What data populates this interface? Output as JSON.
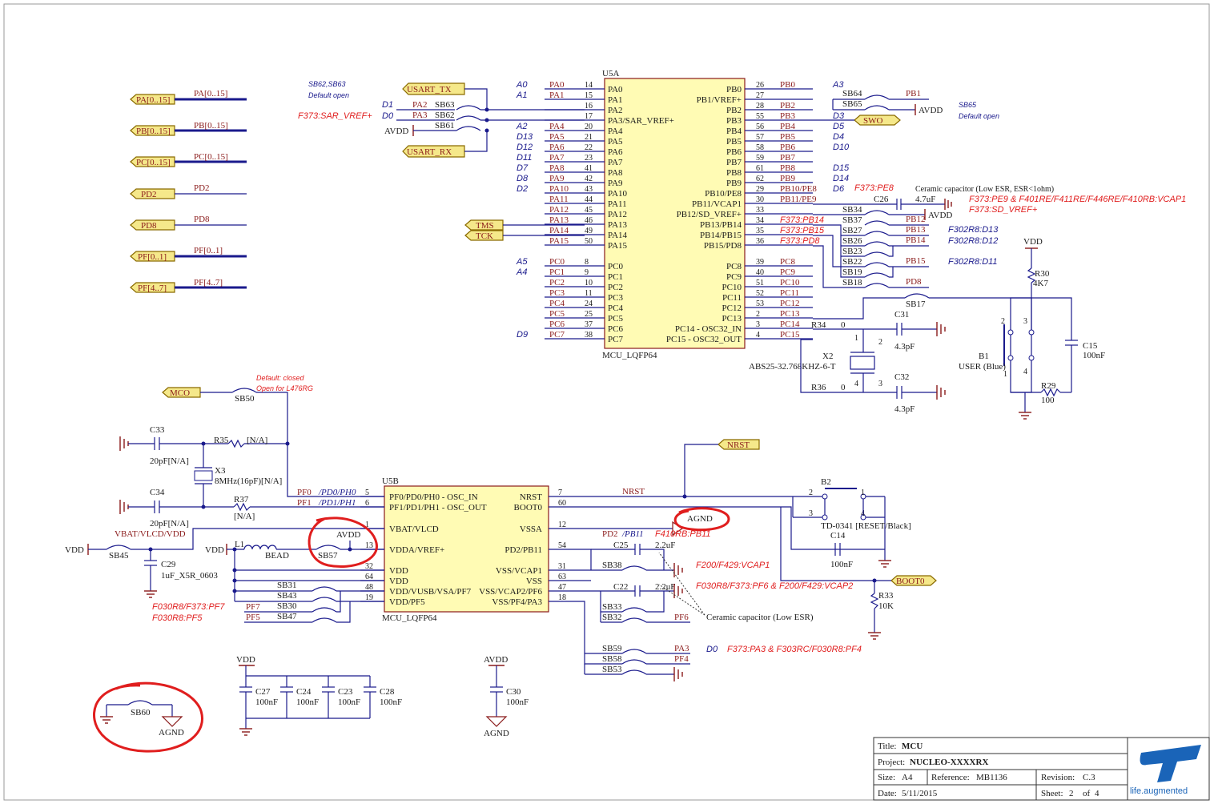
{
  "sheet": {
    "title_label": "Title:",
    "title": "MCU",
    "project_label": "Project:",
    "project": "NUCLEO-XXXXRX",
    "size_label": "Size:",
    "size": "A4",
    "reference_label": "Reference:",
    "reference": "MB1136",
    "revision_label": "Revision:",
    "revision": "C.3",
    "date_label": "Date:",
    "date": "5/11/2015",
    "sheet_label": "Sheet:",
    "sheet_no": "2",
    "sheet_of": "of",
    "sheet_total": "4",
    "logo_tagline": "life.augmented",
    "logo_text": "ST"
  },
  "ports": {
    "pa": "PA[0..15]",
    "pb": "PB[0..15]",
    "pc": "PC[0..15]",
    "pd2": "PD2",
    "pd8": "PD8",
    "pf01": "PF[0..1]",
    "pf47": "PF[4..7]",
    "usart_tx": "USART_TX",
    "usart_rx": "USART_RX",
    "tms": "TMS",
    "tck": "TCK",
    "swo": "SWO",
    "mco": "MCO",
    "nrst": "NRST",
    "boot0": "BOOT0"
  },
  "bus_labels": {
    "pa": "PA[0..15]",
    "pb": "PB[0..15]",
    "pc": "PC[0..15]",
    "pd2": "PD2",
    "pd8": "PD8",
    "pf01": "PF[0..1]",
    "pf47": "PF[4..7]"
  },
  "u5a": {
    "ref": "U5A",
    "part": "MCU_LQFP64",
    "left_pins": [
      {
        "net": "PA0",
        "num": "14",
        "name": "PA0",
        "arduino": "A0"
      },
      {
        "net": "PA1",
        "num": "15",
        "name": "PA1",
        "arduino": "A1"
      },
      {
        "net": "",
        "num": "16",
        "name": "PA2",
        "arduino": ""
      },
      {
        "net": "",
        "num": "17",
        "name": "PA3/SAR_VREF+",
        "arduino": ""
      },
      {
        "net": "PA4",
        "num": "20",
        "name": "PA4",
        "arduino": "A2"
      },
      {
        "net": "PA5",
        "num": "21",
        "name": "PA5",
        "arduino": "D13"
      },
      {
        "net": "PA6",
        "num": "22",
        "name": "PA6",
        "arduino": "D12"
      },
      {
        "net": "PA7",
        "num": "23",
        "name": "PA7",
        "arduino": "D11"
      },
      {
        "net": "PA8",
        "num": "41",
        "name": "PA8",
        "arduino": "D7"
      },
      {
        "net": "PA9",
        "num": "42",
        "name": "PA9",
        "arduino": "D8"
      },
      {
        "net": "PA10",
        "num": "43",
        "name": "PA10",
        "arduino": "D2"
      },
      {
        "net": "PA11",
        "num": "44",
        "name": "PA11",
        "arduino": ""
      },
      {
        "net": "PA12",
        "num": "45",
        "name": "PA12",
        "arduino": ""
      },
      {
        "net": "PA13",
        "num": "46",
        "name": "PA13",
        "arduino": ""
      },
      {
        "net": "PA14",
        "num": "49",
        "name": "PA14",
        "arduino": ""
      },
      {
        "net": "PA15",
        "num": "50",
        "name": "PA15",
        "arduino": ""
      },
      {
        "net": "PC0",
        "num": "8",
        "name": "PC0",
        "arduino": "A5"
      },
      {
        "net": "PC1",
        "num": "9",
        "name": "PC1",
        "arduino": "A4"
      },
      {
        "net": "PC2",
        "num": "10",
        "name": "PC2",
        "arduino": ""
      },
      {
        "net": "PC3",
        "num": "11",
        "name": "PC3",
        "arduino": ""
      },
      {
        "net": "PC4",
        "num": "24",
        "name": "PC4",
        "arduino": ""
      },
      {
        "net": "PC5",
        "num": "25",
        "name": "PC5",
        "arduino": ""
      },
      {
        "net": "PC6",
        "num": "37",
        "name": "PC6",
        "arduino": ""
      },
      {
        "net": "PC7",
        "num": "38",
        "name": "PC7",
        "arduino": "D9"
      }
    ],
    "right_pins": [
      {
        "name": "PB0",
        "num": "26",
        "net": "PB0",
        "arduino": "A3"
      },
      {
        "name": "PB1/VREF+",
        "num": "27",
        "net": "",
        "arduino": ""
      },
      {
        "name": "PB2",
        "num": "28",
        "net": "PB2",
        "arduino": ""
      },
      {
        "name": "PB3",
        "num": "55",
        "net": "PB3",
        "arduino": "D3"
      },
      {
        "name": "PB4",
        "num": "56",
        "net": "PB4",
        "arduino": "D5"
      },
      {
        "name": "PB5",
        "num": "57",
        "net": "PB5",
        "arduino": "D4"
      },
      {
        "name": "PB6",
        "num": "58",
        "net": "PB6",
        "arduino": "D10"
      },
      {
        "name": "PB7",
        "num": "59",
        "net": "PB7",
        "arduino": ""
      },
      {
        "name": "PB8",
        "num": "61",
        "net": "PB8",
        "arduino": "D15"
      },
      {
        "name": "PB9",
        "num": "62",
        "net": "PB9",
        "arduino": "D14"
      },
      {
        "name": "PB10/PE8",
        "num": "29",
        "net": "PB10/PE8",
        "arduino": "D6"
      },
      {
        "name": "PB11/VCAP1",
        "num": "30",
        "net": "PB11/PE9",
        "arduino": ""
      },
      {
        "name": "PB12/SD_VREF+",
        "num": "33",
        "net": "",
        "arduino": ""
      },
      {
        "name": "PB13/PB14",
        "num": "34",
        "net": "F373:PB14",
        "arduino": ""
      },
      {
        "name": "PB14/PB15",
        "num": "35",
        "net": "F373:PB15",
        "arduino": ""
      },
      {
        "name": "PB15/PD8",
        "num": "36",
        "net": "F373:PD8",
        "arduino": ""
      },
      {
        "name": "PC8",
        "num": "39",
        "net": "PC8",
        "arduino": ""
      },
      {
        "name": "PC9",
        "num": "40",
        "net": "PC9",
        "arduino": ""
      },
      {
        "name": "PC10",
        "num": "51",
        "net": "PC10",
        "arduino": ""
      },
      {
        "name": "PC11",
        "num": "52",
        "net": "PC11",
        "arduino": ""
      },
      {
        "name": "PC12",
        "num": "53",
        "net": "PC12",
        "arduino": ""
      },
      {
        "name": "PC13",
        "num": "2",
        "net": "PC13",
        "arduino": ""
      },
      {
        "name": "PC14 - OSC32_IN",
        "num": "3",
        "net": "PC14",
        "arduino": ""
      },
      {
        "name": "PC15 - OSC32_OUT",
        "num": "4",
        "net": "PC15",
        "arduino": ""
      }
    ]
  },
  "u5b": {
    "ref": "U5B",
    "part": "MCU_LQFP64",
    "left_pins": [
      {
        "num": "5",
        "name": "PF0/PD0/PH0 - OSC_IN"
      },
      {
        "num": "6",
        "name": "PF1/PD1/PH1 - OSC_OUT"
      },
      {
        "num": "1",
        "name": "VBAT/VLCD"
      },
      {
        "num": "13",
        "name": "VDDA/VREF+"
      },
      {
        "num": "32",
        "name": "VDD"
      },
      {
        "num": "64",
        "name": "VDD"
      },
      {
        "num": "48",
        "name": "VDD/VUSB/VSA/PF7"
      },
      {
        "num": "19",
        "name": "VDD/PF5"
      }
    ],
    "right_pins": [
      {
        "num": "7",
        "name": "NRST"
      },
      {
        "num": "60",
        "name": "BOOT0"
      },
      {
        "num": "12",
        "name": "VSSA"
      },
      {
        "num": "54",
        "name": "PD2/PB11"
      },
      {
        "num": "31",
        "name": "VSS/VCAP1"
      },
      {
        "num": "63",
        "name": "VSS"
      },
      {
        "num": "47",
        "name": "VSS/VCAP2/PF6"
      },
      {
        "num": "18",
        "name": "VSS/PF4/PA3"
      }
    ],
    "pf0_net": "PF0",
    "pf0_alt": "/PD0/PH0",
    "pf1_net": "PF1",
    "pf1_alt": "/PD1/PH1"
  },
  "notes": {
    "sb62_63": "SB62,SB63",
    "sb62_63_b": "Default open",
    "sar_vref": "F373:SAR_VREF+",
    "sb65": "SB65",
    "sb65_b": "Default open",
    "ceramic_high": "Ceramic capacitor (Low ESR, ESR<1ohm)",
    "f373_pe8": "F373:PE8",
    "f373_pe9": "F373:PE9 & F401RE/F411RE/F446RE/F410RB:VCAP1",
    "f373_sdvref": "F373:SD_VREF+",
    "f302_d13": "F302R8:D13",
    "f302_d12": "F302R8:D12",
    "f302_d11": "F302R8:D11",
    "mco_default": "Default: closed",
    "mco_open": "Open for L476RG",
    "f410_pb11": "F410RB:PB11",
    "f200_vcap1": "F200/F429:VCAP1",
    "f030_pf6": "F030R8/F373:PF6 & F200/F429:VCAP2",
    "ceramic_low": "Ceramic capacitor (Low ESR)",
    "d0": "D0",
    "f373_pa3": "F373:PA3 & F303RC/F030R8:PF4",
    "f030_pf7": "F030R8/F373:PF7",
    "f030_pf5": "F030R8:PF5"
  },
  "arduino_left": {
    "d1": "D1",
    "d0": "D0"
  },
  "components": {
    "sb63": "SB63",
    "sb62": "SB62",
    "sb61": "SB61",
    "pa2": "PA2",
    "pa3": "PA3",
    "avdd": "AVDD",
    "sb64": "SB64",
    "sb65": "SB65",
    "pb1": "PB1",
    "c26": "C26",
    "c26v": "4.7uF",
    "sb34": "SB34",
    "sb37": "SB37",
    "sb27": "SB27",
    "sb26": "SB26",
    "sb23": "SB23",
    "sb22": "SB22",
    "sb19": "SB19",
    "sb18": "SB18",
    "sb17": "SB17",
    "pb12": "PB12",
    "pb13": "PB13",
    "pb14": "PB14",
    "pb15": "PB15",
    "pd8": "PD8",
    "r34": "R34",
    "r34v": "0",
    "r36": "R36",
    "r36v": "0",
    "c31": "C31",
    "c31v": "4.3pF",
    "c32": "C32",
    "c32v": "4.3pF",
    "x2": "X2",
    "x2v": "ABS25-32.768KHZ-6-T",
    "vdd": "VDD",
    "r30": "R30",
    "r30v": "4K7",
    "b1": "B1",
    "b1v": "USER (Blue)",
    "c15": "C15",
    "c15v": "100nF",
    "r29": "R29",
    "r29v": "100",
    "sb50": "SB50",
    "c33": "C33",
    "c33v": "20pF[N/A]",
    "r35": "R35",
    "r35v": "[N/A]",
    "x3": "X3",
    "x3v": "8MHz(16pF)[N/A]",
    "c34": "C34",
    "c34v": "20pF[N/A]",
    "r37": "R37",
    "r37v": "[N/A]",
    "vbat": "VBAT/VLCD/VDD",
    "sb45": "SB45",
    "c29": "C29",
    "c29v": "1uF_X5R_0603",
    "l1": "L1",
    "bead": "BEAD",
    "sb57": "SB57",
    "sb31": "SB31",
    "sb43": "SB43",
    "sb30": "SB30",
    "sb47": "SB47",
    "pf7": "PF7",
    "pf5": "PF5",
    "nrst_net": "NRST",
    "agnd": "AGND",
    "pd2pb11": "PD2",
    "pd2pb11b": "/PB11",
    "c25": "C25",
    "c25v": "2.2uF",
    "sb38": "SB38",
    "c22": "C22",
    "c22v": "2.2uF",
    "sb33": "SB33",
    "sb32": "SB32",
    "pf6": "PF6",
    "sb59": "SB59",
    "sb58": "SB58",
    "sb53": "SB53",
    "pa3n": "PA3",
    "pf4": "PF4",
    "b2": "B2",
    "b2v": "TD-0341 [RESET/Black]",
    "c14": "C14",
    "c14v": "100nF",
    "r33": "R33",
    "r33v": "10K",
    "c27": "C27",
    "c24": "C24",
    "c23": "C23",
    "c28": "C28",
    "c30": "C30",
    "cap100": "100nF",
    "sb60": "SB60"
  }
}
